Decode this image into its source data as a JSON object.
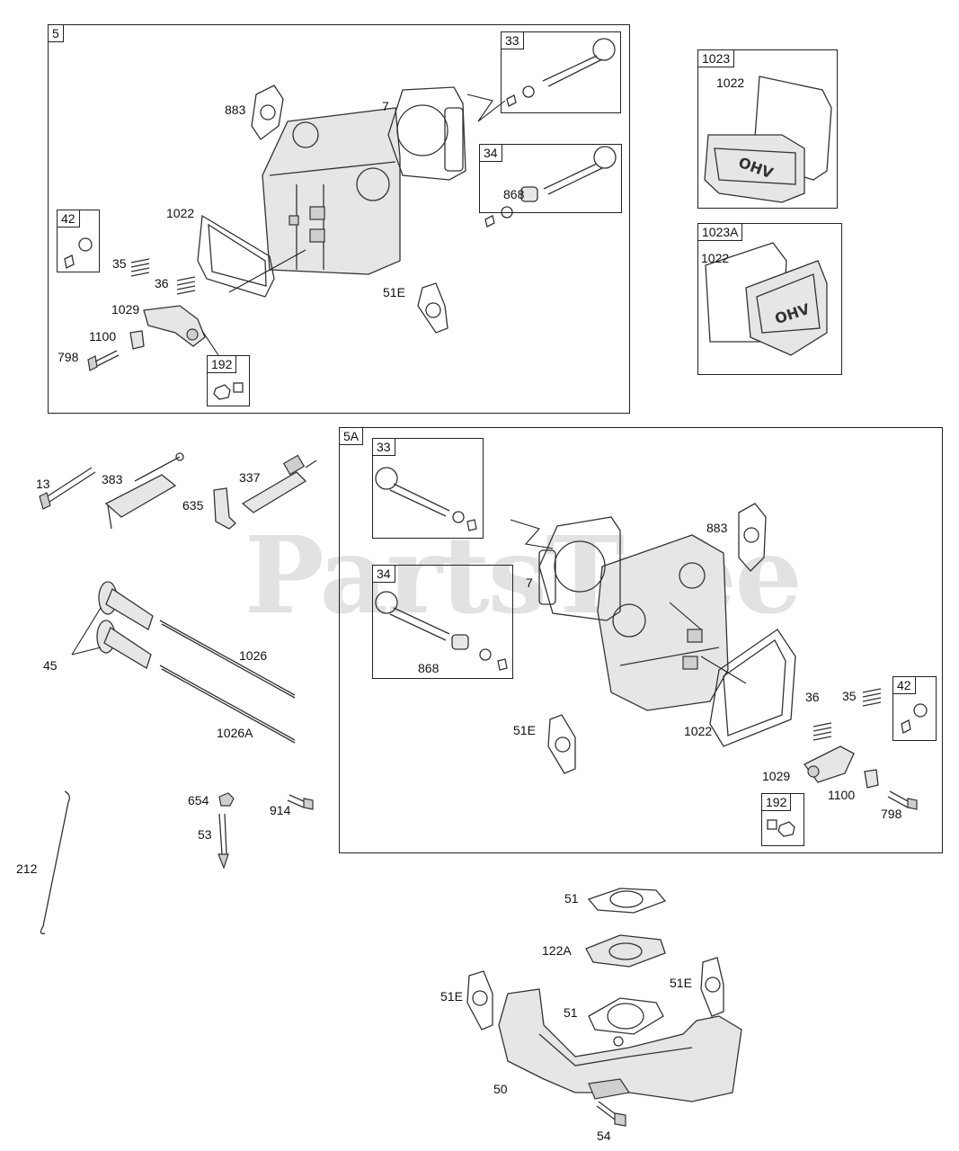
{
  "watermark": {
    "text": "PartsTree",
    "trademark": "™"
  },
  "groups": {
    "g5": "5",
    "g5a": "5A",
    "g33a": "33",
    "g34a": "34",
    "g42a": "42",
    "g192a": "192",
    "g1023": "1023",
    "g1023a": "1023A",
    "g33b": "33",
    "g34b": "34",
    "g42b": "42",
    "g192b": "192"
  },
  "labels": {
    "l883a": "883",
    "l7a": "7",
    "l868a": "868",
    "l1022a": "1022",
    "l35a": "35",
    "l36a": "36",
    "l1029a": "1029",
    "l1100a": "1100",
    "l798a": "798",
    "l51Ea": "51E",
    "l1022b": "1022",
    "l1022c": "1022",
    "l13": "13",
    "l383": "383",
    "l337": "337",
    "l635": "635",
    "l45": "45",
    "l1026": "1026",
    "l1026A": "1026A",
    "l654": "654",
    "l914": "914",
    "l53": "53",
    "l212": "212",
    "l883b": "883",
    "l7b": "7",
    "l868b": "868",
    "l51Eb": "51E",
    "l1022d": "1022",
    "l36b": "36",
    "l35b": "35",
    "l1029b": "1029",
    "l1100b": "1100",
    "l798b": "798",
    "l51a": "51",
    "l122A": "122A",
    "l51Ec": "51E",
    "l51Ed": "51E",
    "l51b": "51",
    "l50": "50",
    "l54": "54"
  },
  "colors": {
    "line": "#222222",
    "part_fill": "#e6e6e6",
    "watermark": "#969696"
  }
}
